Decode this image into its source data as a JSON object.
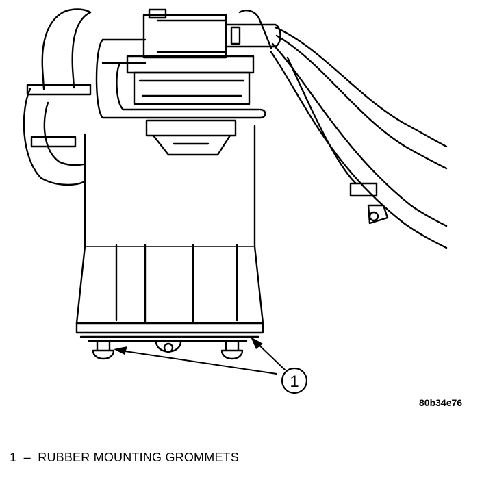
{
  "figure": {
    "callout_number": "1",
    "code": "80b34e76"
  },
  "legend": {
    "number": "1",
    "dash": "–",
    "text": "RUBBER MOUNTING GROMMETS"
  }
}
